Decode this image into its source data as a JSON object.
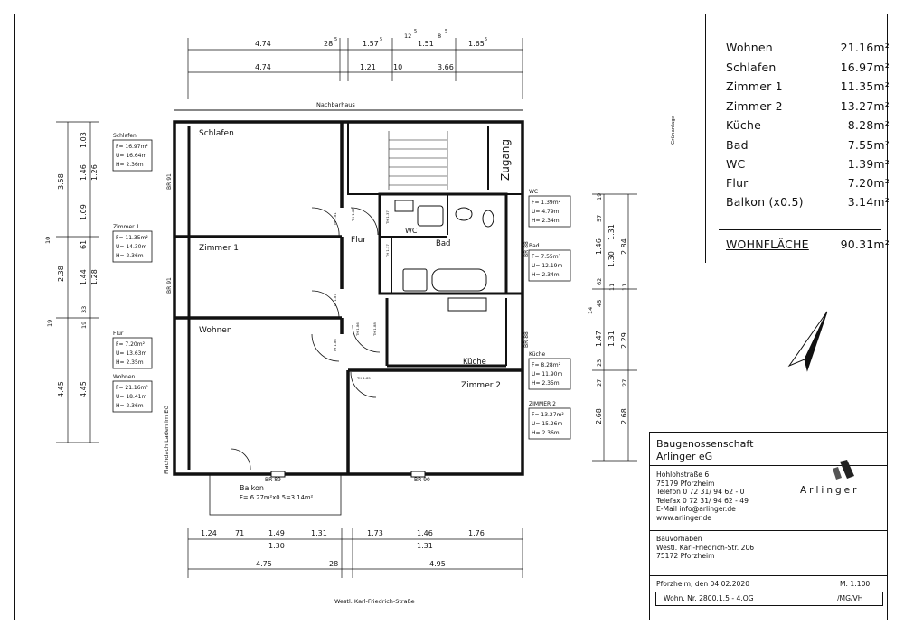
{
  "plan": {
    "neighbor_label": "Nachbarhaus",
    "street_label": "Westl. Karl-Friedrich-Straße",
    "staircase_label": "Zugang",
    "gruenanlage_label": "Grünanlage",
    "side_label": "Flachdach Laden im EG",
    "rooms": [
      {
        "name": "Schlafen"
      },
      {
        "name": "Zimmer 1"
      },
      {
        "name": "Wohnen"
      },
      {
        "name": "Flur"
      },
      {
        "name": "WC"
      },
      {
        "name": "Bad"
      },
      {
        "name": "Küche"
      },
      {
        "name": "Zimmer 2"
      },
      {
        "name": "Balkon"
      }
    ],
    "room_boxes": [
      {
        "title": "Schlafen",
        "lines": [
          "F= 16.97m²",
          "U= 16.64m",
          "H= 2.36m"
        ]
      },
      {
        "title": "Zimmer 1",
        "lines": [
          "F= 11.35m²",
          "U= 14.30m",
          "H= 2.36m"
        ]
      },
      {
        "title": "Flur",
        "lines": [
          "F= 7.20m²",
          "U= 13.63m",
          "H= 2.35m"
        ]
      },
      {
        "title": "Wohnen",
        "lines": [
          "F= 21.16m²",
          "U= 18.41m",
          "H= 2.36m"
        ]
      },
      {
        "title": "WC",
        "lines": [
          "F= 1.39m²",
          "U= 4.79m",
          "H= 2.34m"
        ]
      },
      {
        "title": "Bad",
        "lines": [
          "F= 7.55m²",
          "U= 12.19m",
          "H= 2.34m"
        ]
      },
      {
        "title": "Küche",
        "lines": [
          "F= 8.28m²",
          "U= 11.90m",
          "H= 2.35m"
        ]
      },
      {
        "title": "ZIMMER 2",
        "lines": [
          "F= 13.27m²",
          "U= 15.26m",
          "H= 2.36m"
        ]
      }
    ],
    "balkon_formula": "F= 6.27m²x0.5=3.14m²",
    "br_labels": [
      "BR 91",
      "BR 91",
      "BR 89",
      "BR 90",
      "BR 88",
      "BR 88"
    ],
    "door_labels": [
      "TH 1.81",
      "TH 1.87",
      "TH 1.86",
      "TH 1.85",
      "TH 1.87",
      "TH 1.86",
      "TH 1.88",
      "TH 1.37",
      "TH 1.37"
    ],
    "dims_top_outer": [
      "4.74",
      "28",
      "1.57",
      "12",
      "1.51",
      "8",
      "1.65"
    ],
    "dims_top_inner": [
      "4.74",
      "1.21",
      "10",
      "3.66"
    ],
    "dims_bottom_row1": [
      "1.24",
      "71",
      "1.49",
      "1.31",
      "1.73",
      "1.46",
      "1.76"
    ],
    "dims_bottom_row2": [
      "1.30",
      "1.31"
    ],
    "dims_bottom_row3": [
      "4.75",
      "28",
      "4.95"
    ],
    "dims_left_outer": [
      "3.58",
      "10",
      "2.38",
      "19",
      "4.45"
    ],
    "dims_left_inner": [
      "1.03",
      "1.46",
      "1.26",
      "1.09",
      "61",
      "1.44",
      "1.28",
      "33",
      "19",
      "4.45"
    ],
    "dims_right_inner": [
      "19",
      "57",
      "1.31",
      "1.46",
      "1.30",
      "62",
      "11",
      "45",
      "1.31",
      "1.47",
      "23",
      "27",
      "2.68"
    ],
    "dims_right_outer": [
      "2.84",
      "11",
      "14",
      "2.29",
      "27",
      "2.68"
    ],
    "superscripts": [
      "5",
      "5",
      "5",
      "5",
      "5"
    ]
  },
  "areas": {
    "rows": [
      {
        "name": "Wohnen",
        "value": "21.16m²"
      },
      {
        "name": "Schlafen",
        "value": "16.97m²"
      },
      {
        "name": "Zimmer 1",
        "value": "11.35m²"
      },
      {
        "name": "Zimmer 2",
        "value": "13.27m²"
      },
      {
        "name": "Küche",
        "value": "8.28m²"
      },
      {
        "name": "Bad",
        "value": "7.55m²"
      },
      {
        "name": "WC",
        "value": "1.39m²"
      },
      {
        "name": "Flur",
        "value": "7.20m²"
      },
      {
        "name": "Balkon (x0.5)",
        "value": "3.14m²"
      }
    ],
    "total_label": "WOHNFLÄCHE",
    "total_value": "90.31m²"
  },
  "company": {
    "name_line1": "Baugenossenschaft",
    "name_line2": "Arlinger eG",
    "address": [
      "Hohlohstraße 6",
      "75179 Pforzheim",
      "Telefon 0 72 31/ 94 62 - 0",
      "Telefax 0 72 31/ 94 62 - 49",
      "E-Mail   info@arlinger.de",
      "www.arlinger.de"
    ],
    "logo_text": "Arlinger",
    "project_label": "Bauvorhaben",
    "project_lines": [
      "Westl. Karl-Friedrich-Str. 206",
      "75172 Pforzheim"
    ],
    "place_date": "Pforzheim,  den 04.02.2020",
    "scale": "M. 1:100",
    "apartment_no": "Wohn. Nr. 2800.1.5 - 4.OG",
    "initials": "/MG/VH"
  },
  "colors": {
    "line": "#111111",
    "logo_mark": "#222222"
  },
  "icons": [
    "north-arrow-icon",
    "arlinger-logo-icon"
  ]
}
